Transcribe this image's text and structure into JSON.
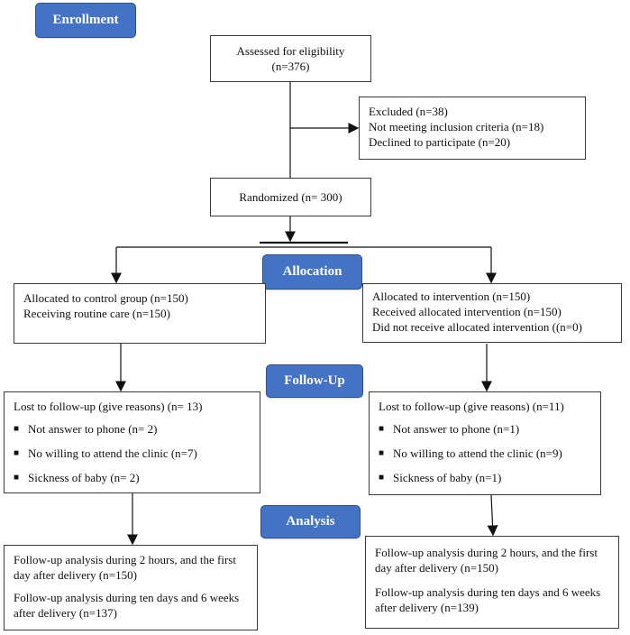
{
  "stages": {
    "enrollment": "Enrollment",
    "allocation": "Allocation",
    "follow_up": "Follow-Up",
    "analysis": "Analysis"
  },
  "assessed": {
    "line1": "Assessed for eligibility",
    "line2": "(n=376)"
  },
  "excluded": {
    "line1": "Excluded (n=38)",
    "line2": "Not meeting inclusion criteria (n=18)",
    "line3": "Declined to participate (n=20)"
  },
  "randomized": {
    "text": "Randomized (n= 300)"
  },
  "control": {
    "allocation": {
      "line1": "Allocated to control group (n=150)",
      "line2": "Receiving routine care (n=150)"
    },
    "followup": {
      "title": "Lost to follow-up (give reasons) (n= 13)",
      "items": [
        "Not answer to phone (n= 2)",
        "No willing to attend the clinic (n=7)",
        "Sickness of baby (n= 2)"
      ]
    },
    "analysis": {
      "para1": "Follow-up analysis during 2 hours, and the first day after delivery (n=150)",
      "para2": "Follow-up analysis during ten days and 6 weeks after delivery (n=137)"
    }
  },
  "intervention": {
    "allocation": {
      "line1": "Allocated to intervention (n=150)",
      "line2": "Received allocated intervention (n=150)",
      "line3": "Did not receive allocated intervention ((n=0)"
    },
    "followup": {
      "title": "Lost to follow-up (give reasons) (n=11)",
      "items": [
        "Not answer to phone (n=1)",
        "No willing to attend the clinic (n=9)",
        "Sickness of baby (n=1)"
      ]
    },
    "analysis": {
      "para1": "Follow-up analysis during 2 hours, and the first day after delivery (n=150)",
      "para2": "Follow-up analysis during ten days and 6 weeks after delivery (n=139)"
    }
  },
  "icons": {
    "bullet": "square-bullet-icon",
    "arrow": "arrow-down-icon"
  },
  "colors": {
    "stage_fill": "#4472c4",
    "stage_border": "#2f4f8f",
    "stage_text": "#ffffff",
    "box_border": "#3a3a3a",
    "line": "#111111"
  }
}
